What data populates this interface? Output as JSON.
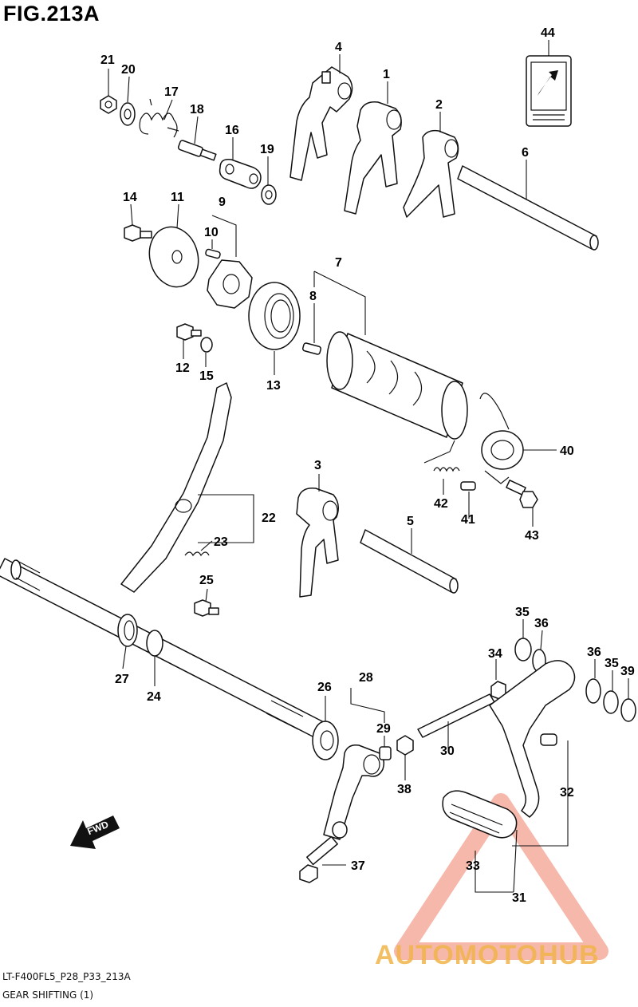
{
  "figure": {
    "title": "FIG.213A",
    "code": "LT-F400FL5_P28_P33_213A",
    "subtitle": "GEAR SHIFTING (1)"
  },
  "watermark": {
    "text": "AUTOMOTOHUB",
    "accent": "#f08070",
    "tail": "#777777"
  },
  "fwd_label": "FWD",
  "labels": {
    "p1": "1",
    "p2": "2",
    "p3": "3",
    "p4": "4",
    "p5": "5",
    "p6": "6",
    "p7": "7",
    "p8": "8",
    "p9": "9",
    "p10": "10",
    "p11": "11",
    "p12": "12",
    "p13": "13",
    "p14": "14",
    "p15": "15",
    "p16": "16",
    "p17": "17",
    "p18": "18",
    "p19": "19",
    "p20": "20",
    "p21": "21",
    "p22": "22",
    "p23": "23",
    "p24": "24",
    "p25": "25",
    "p26": "26",
    "p27": "27",
    "p28": "28",
    "p29": "29",
    "p30": "30",
    "p31": "31",
    "p32": "32",
    "p33": "33",
    "p34": "34",
    "p35a": "35",
    "p35b": "35",
    "p36a": "36",
    "p36b": "36",
    "p37": "37",
    "p38": "38",
    "p39": "39",
    "p40": "40",
    "p41": "41",
    "p42": "42",
    "p43": "43",
    "p44": "44"
  }
}
